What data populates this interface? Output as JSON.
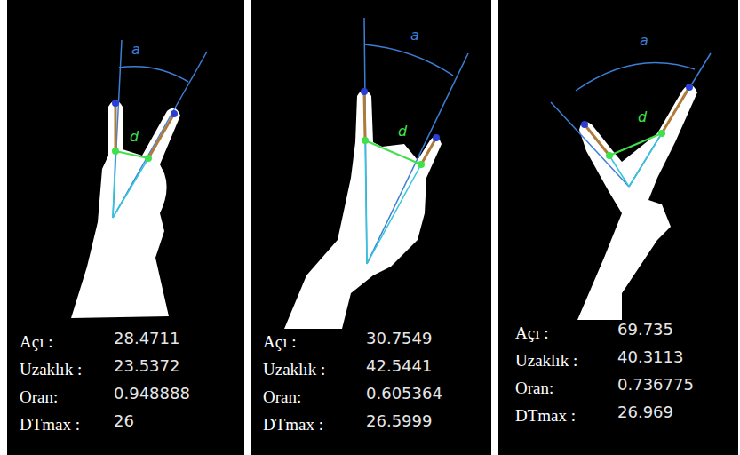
{
  "diagram": {
    "labels": [
      "a",
      "d",
      "Açı :",
      "28.4711",
      "Uzaklık :",
      "23.5372",
      "Oran:",
      "0.948888",
      "DTmax :",
      "26",
      "a",
      "d",
      "Açı :",
      "30.7549",
      "Uzaklık :",
      "42.5441",
      "Oran:",
      "0.605364",
      "DTmax :",
      "26.5999",
      "a",
      "d",
      "Açı :",
      "69.735",
      "Uzaklık :",
      "40.3113",
      "Oran:",
      "0.736775",
      "DTmax :",
      "26.969"
    ]
  }
}
